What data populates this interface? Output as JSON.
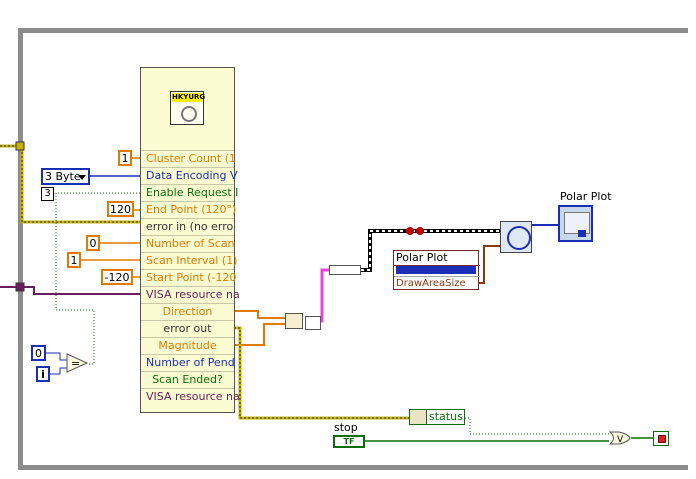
{
  "subvi": {
    "icon_label": "HKYURG",
    "inputs": [
      {
        "label": "Cluster Count (1",
        "color": "orange"
      },
      {
        "label": "Data Encoding V",
        "color": "blue"
      },
      {
        "label": "Enable Request I",
        "color": "green"
      },
      {
        "label": "End Point (120°)",
        "color": "orange"
      },
      {
        "label": "error in (no erro",
        "color": "dark"
      },
      {
        "label": "Number of Scan",
        "color": "orange"
      },
      {
        "label": "Scan Interval (1)",
        "color": "orange"
      },
      {
        "label": "Start Point (-120",
        "color": "orange"
      },
      {
        "label": "VISA resource na",
        "color": "purple"
      }
    ],
    "outputs": [
      {
        "label": "Direction",
        "color": "orange"
      },
      {
        "label": "error out",
        "color": "dark"
      },
      {
        "label": "Magnitude",
        "color": "orange"
      },
      {
        "label": "Number of Pend",
        "color": "blue"
      },
      {
        "label": "Scan Ended?",
        "color": "green"
      },
      {
        "label": "VISA resource na",
        "color": "purple"
      }
    ]
  },
  "constants": {
    "cluster_count": "1",
    "data_encoding": "3 Byte",
    "encoding_index": "3",
    "end_point": "120",
    "number_of_scan": "0",
    "scan_interval": "1",
    "start_point": "-120",
    "compare_zero": "0",
    "iteration": "i"
  },
  "polar": {
    "property_node_title": "Polar Plot",
    "property_item": "DrawAreaSize",
    "indicator_label": "Polar Plot"
  },
  "loop": {
    "stop_label": "stop",
    "stop_button_text": "TF",
    "status_label": "status",
    "or_symbol": "V",
    "equal_symbol": "="
  },
  "colors": {
    "orange": "#e07b00",
    "blue": "#1a2fb5",
    "green": "#0a6e0a",
    "purple": "#6b1e5e",
    "error_wire": "#c8b400",
    "loop_border": "#8c8c8c",
    "stop_red": "#e0201b"
  }
}
